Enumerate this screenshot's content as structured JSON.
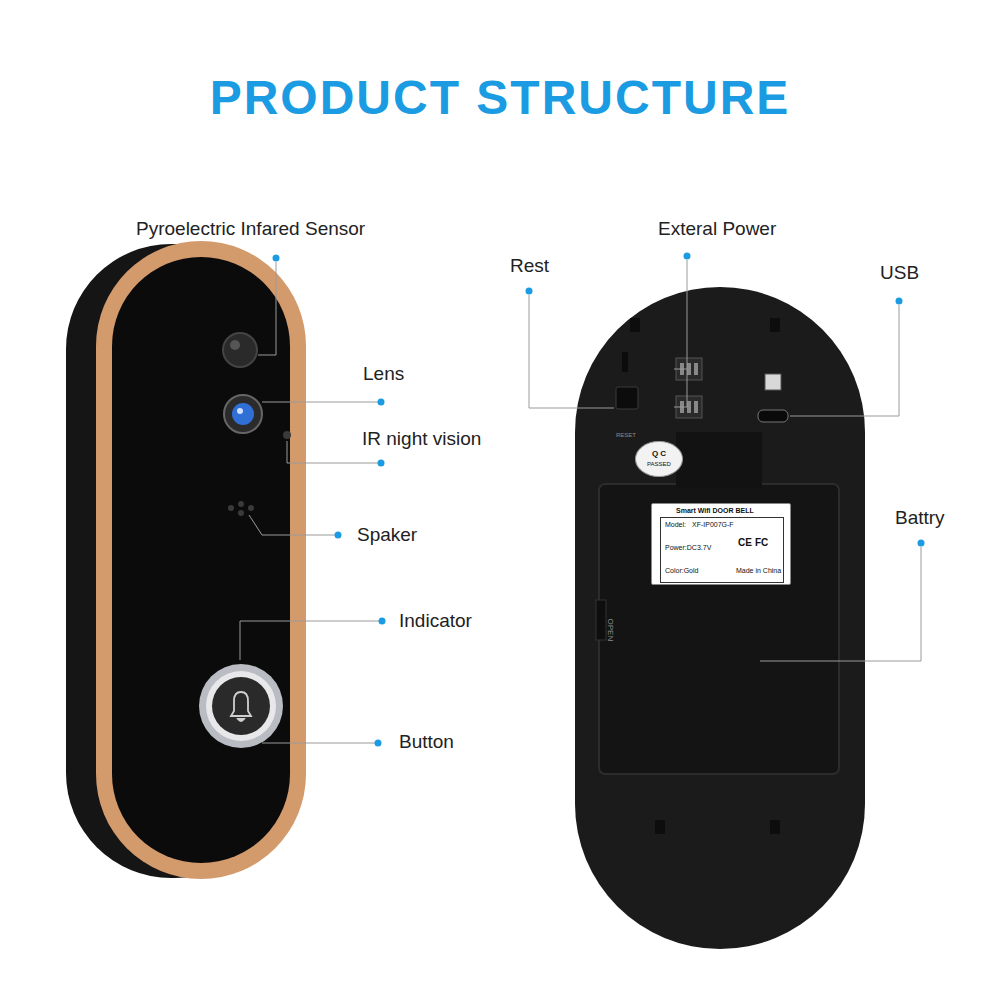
{
  "diagram": {
    "title": "PRODUCT STRUCTURE",
    "nodes": [
      {
        "text": [
          "Q C",
          "PASSED"
        ]
      },
      {
        "text": [
          "Smart Wifi DOOR BELL",
          "Model:",
          "XF-IP007G-F",
          "Power:DC3.7V",
          "Color:Gold",
          "CE",
          "FC",
          "Made in China"
        ]
      }
    ],
    "labels": [
      "Pyroelectric Infared Sensor",
      "Lens",
      "IR night vision",
      "Spaker",
      "Indicator",
      "Button",
      "Rest",
      "Exteral Power",
      "USB",
      "Battry",
      "RESET",
      "OPEN"
    ]
  }
}
